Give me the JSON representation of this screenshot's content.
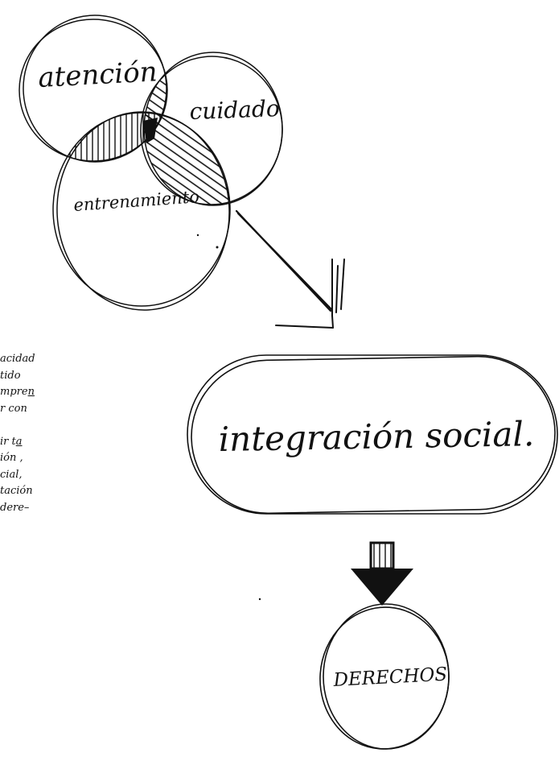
{
  "diagram": {
    "circles": {
      "atencion": "atención",
      "cuidado": "cuidado",
      "entrenamiento": "entrenamiento"
    },
    "integration_box": "integración social.",
    "rights_circle": "DERECHOS"
  },
  "margin_text": {
    "lines": [
      {
        "text": "acidad",
        "underline": ""
      },
      {
        "text": "tido",
        "underline": ""
      },
      {
        "text": "mpre",
        "underline": "n"
      },
      {
        "text": "r con",
        "underline": ""
      },
      {
        "text": "",
        "underline": ""
      },
      {
        "text": "ir t",
        "underline": "a"
      },
      {
        "text": "ión ,",
        "underline": ""
      },
      {
        "text": "cial,",
        "underline": ""
      },
      {
        "text": "tación",
        "underline": ""
      },
      {
        "text": "dere–",
        "underline": ""
      }
    ]
  }
}
